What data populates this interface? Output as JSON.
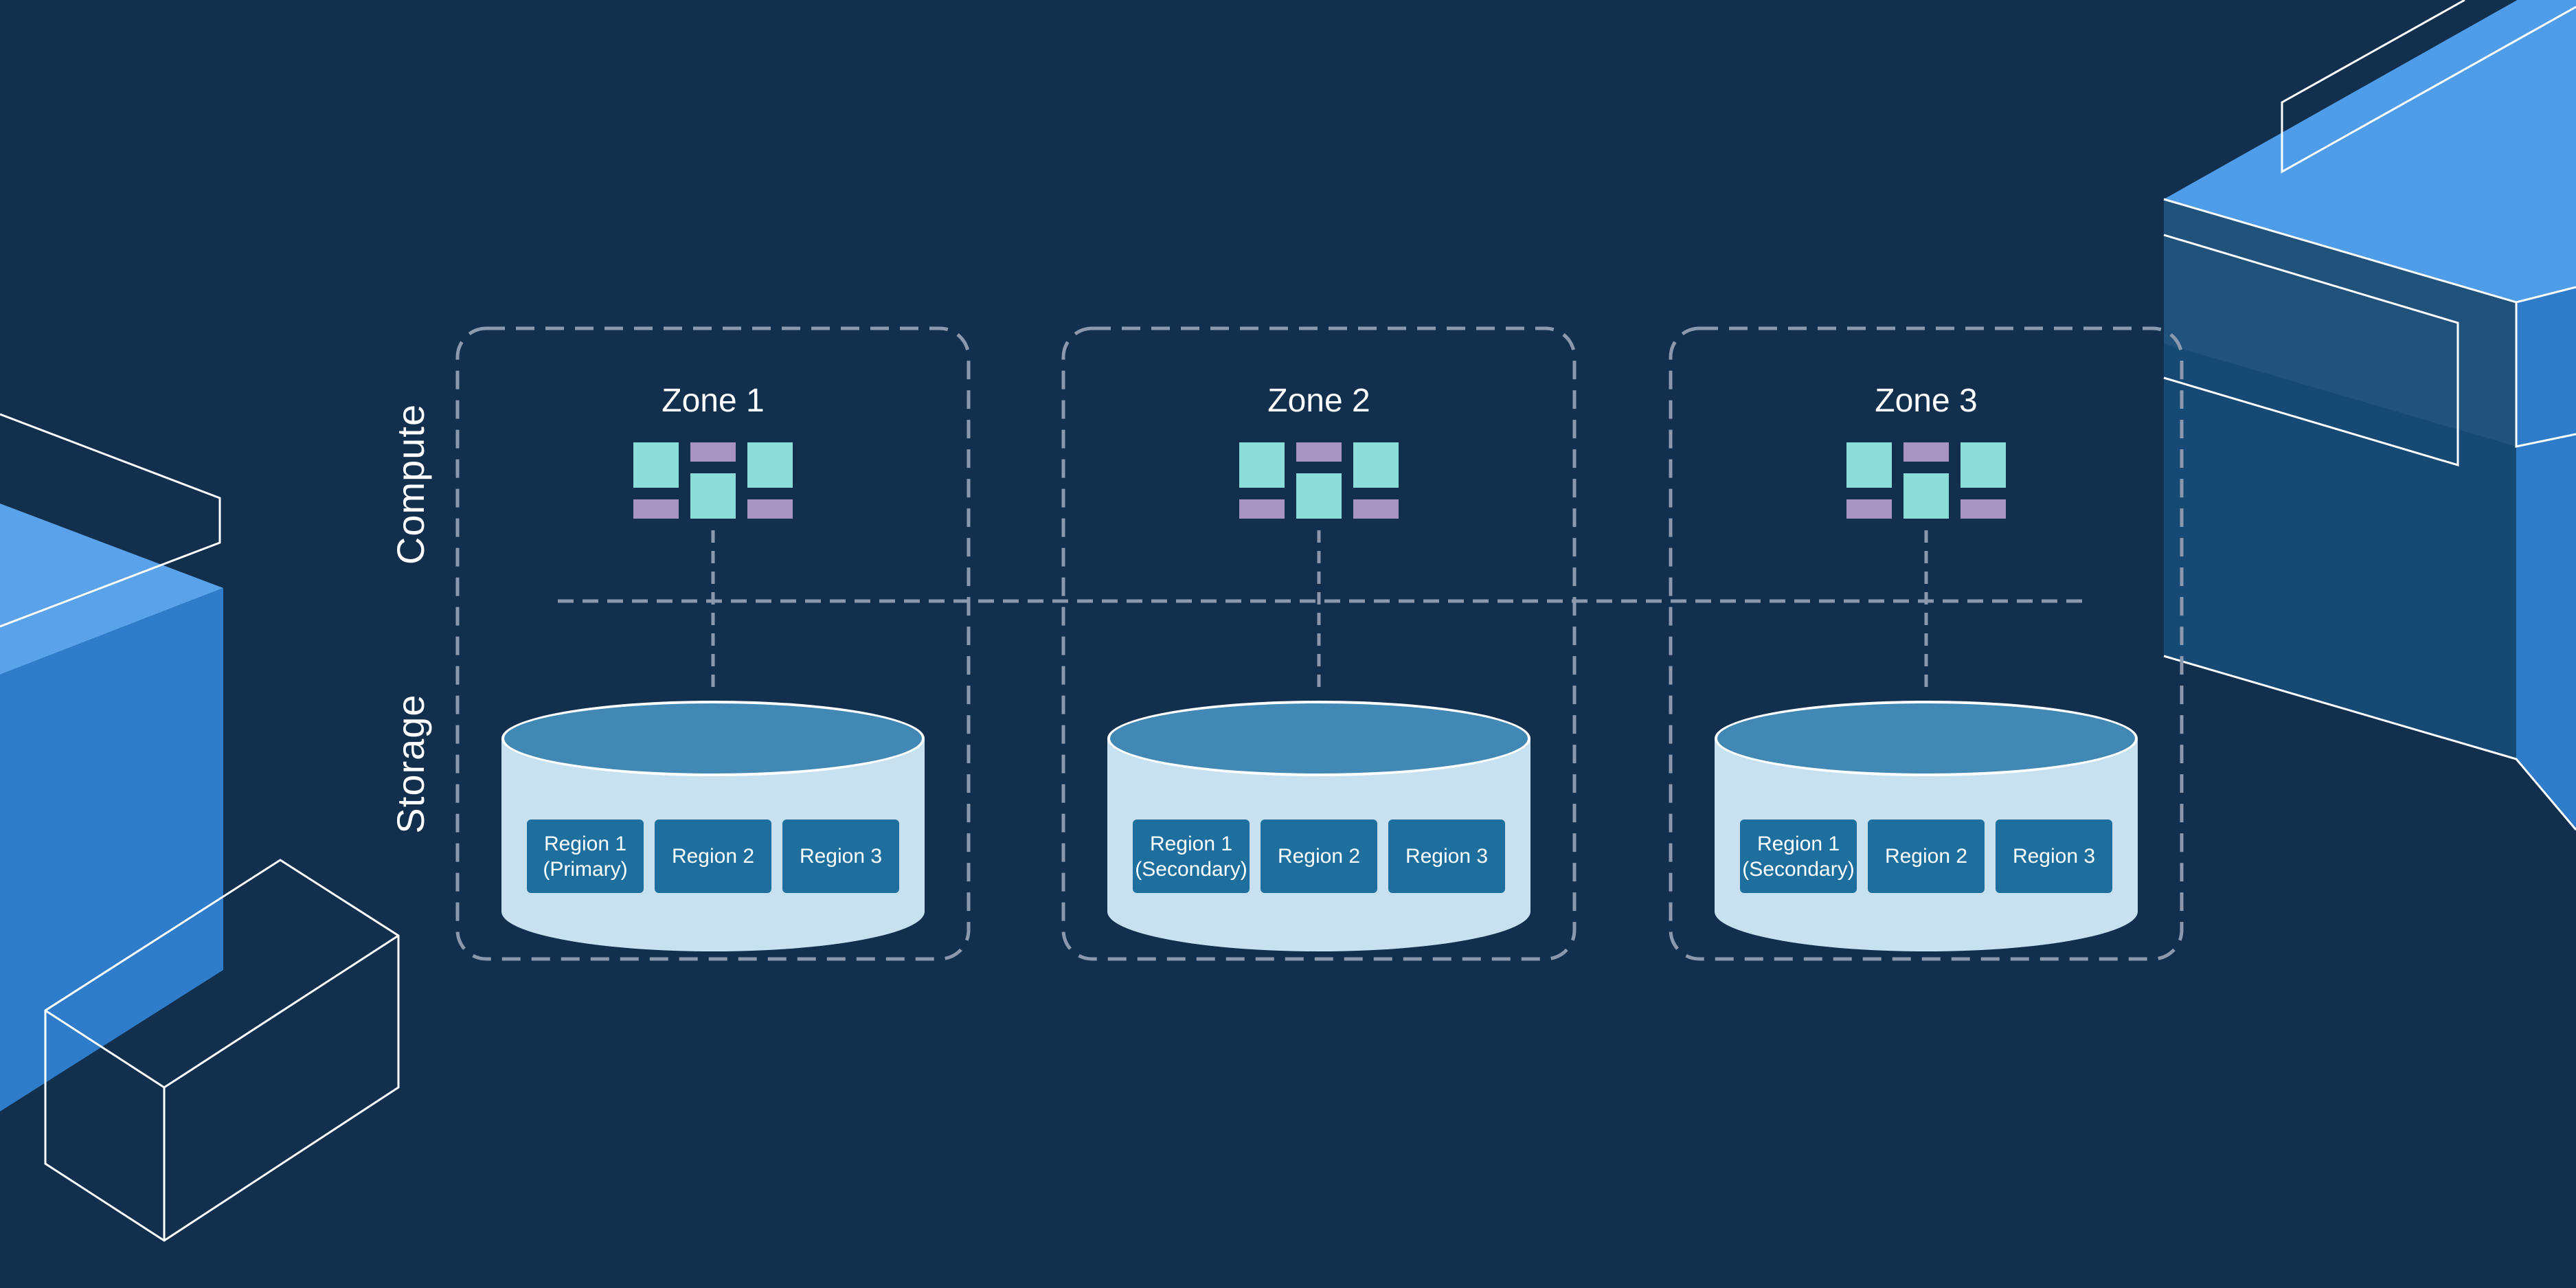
{
  "diagram": {
    "row_labels": {
      "compute": "Compute",
      "storage": "Storage"
    },
    "zones": [
      {
        "title": "Zone 1",
        "regions": [
          {
            "line1": "Region 1",
            "line2": "(Primary)"
          },
          {
            "line1": "Region 2"
          },
          {
            "line1": "Region 3"
          }
        ]
      },
      {
        "title": "Zone 2",
        "regions": [
          {
            "line1": "Region 1",
            "line2": "(Secondary)"
          },
          {
            "line1": "Region 2"
          },
          {
            "line1": "Region 3"
          }
        ]
      },
      {
        "title": "Zone 3",
        "regions": [
          {
            "line1": "Region 1",
            "line2": "(Secondary)"
          },
          {
            "line1": "Region 2"
          },
          {
            "line1": "Region 3"
          }
        ]
      }
    ],
    "colors": {
      "background": "#122F4D",
      "dashed_lines": "#8A99AE",
      "text": "#FFFFFF",
      "compute_block_teal": "#8ADDD9",
      "compute_block_purple": "#A794C1",
      "cylinder_body": "#C8E1F1",
      "cylinder_top": "#4189B4",
      "region_box": "#1F6F9E",
      "decoration_top_face": "#4F9DE9",
      "decoration_front_face": "#2F7DCA",
      "decoration_dark_face": "#164974",
      "decoration_wireframe": "#FFFFFF"
    }
  }
}
